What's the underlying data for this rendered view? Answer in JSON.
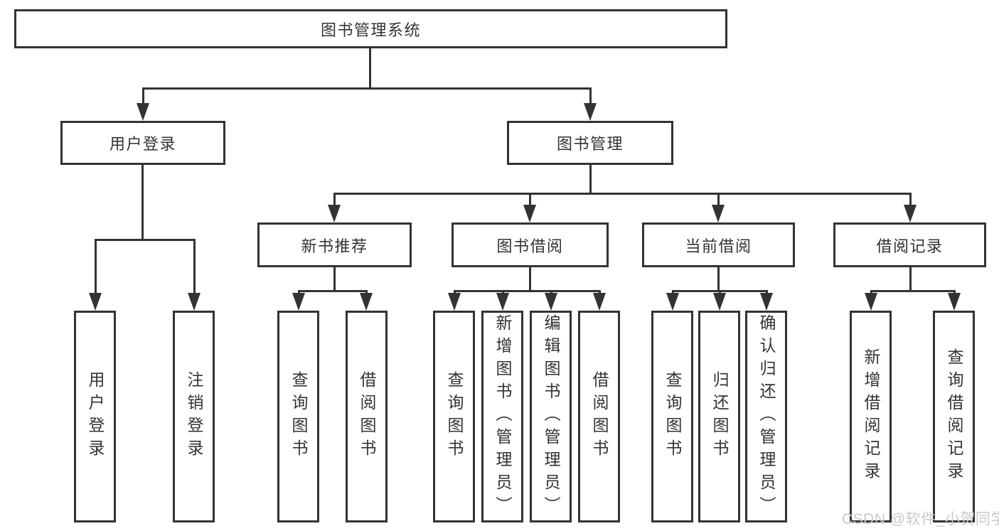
{
  "colors": {
    "line": "#333333",
    "text": "#333333",
    "box_bg": "#ffffff",
    "background": "#ffffff",
    "watermark": "#c9c9c9"
  },
  "watermark": {
    "text": "CSDN @软件_小贺同学"
  },
  "nodes": {
    "root": {
      "label": "图书管理系统"
    },
    "user_login": {
      "label": "用户登录"
    },
    "book_mgmt": {
      "label": "图书管理"
    },
    "new_book_rec": {
      "label": "新书推荐"
    },
    "book_borrow": {
      "label": "图书借阅"
    },
    "current_borrow": {
      "label": "当前借阅"
    },
    "borrow_records": {
      "label": "借阅记录"
    },
    "leaf_user_login": {
      "label": "用户登录"
    },
    "leaf_logout": {
      "label": "注销登录"
    },
    "leaf_query_books_rec": {
      "label": "查询图书"
    },
    "leaf_borrow_books_rec": {
      "label": "借阅图书"
    },
    "leaf_query_books_borrow": {
      "label": "查询图书"
    },
    "leaf_add_book_admin": {
      "label": "新增图书（管理员）"
    },
    "leaf_edit_book_admin": {
      "label": "编辑图书（管理员）"
    },
    "leaf_borrow_books_borrow": {
      "label": "借阅图书"
    },
    "leaf_query_books_current": {
      "label": "查询图书"
    },
    "leaf_return_book": {
      "label": "归还图书"
    },
    "leaf_confirm_return_admin": {
      "label": "确认归还（管理员）"
    },
    "leaf_add_borrow_record": {
      "label": "新增借阅记录"
    },
    "leaf_query_borrow_record": {
      "label": "查询借阅记录"
    }
  }
}
